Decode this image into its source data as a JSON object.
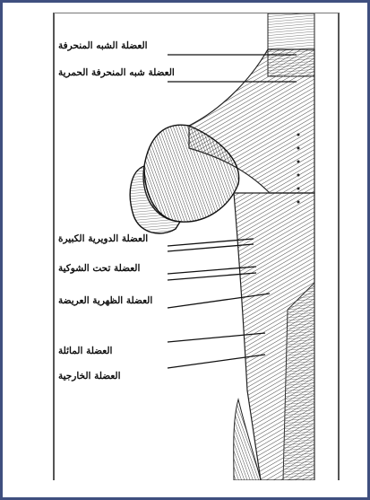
{
  "figure": {
    "labels": [
      "العضلة الشبه المنحرفة",
      "العضلة شبه المنحرفة الحمرية",
      "العضلة الدويرية الكبيرة",
      "العضلة تحت الشوكية",
      "العضلة الظهرية العريضة",
      "العضلة المائلة",
      "العضلة الخارجية"
    ]
  }
}
